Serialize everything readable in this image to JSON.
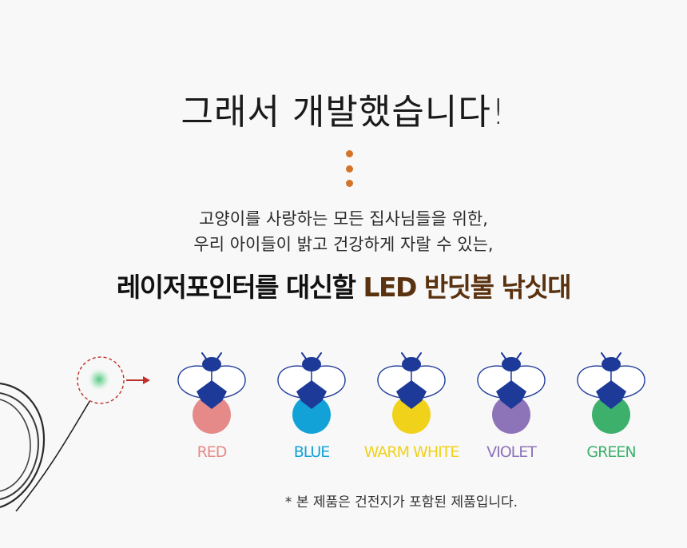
{
  "headline": "그래서 개발했습니다!",
  "intro": {
    "line1": "고양이를 사랑하는 모든 집사님들을 위한,",
    "line2": "우리 아이들이 밝고 건강하게 자랄 수 있는,"
  },
  "tagline": {
    "lead": "레이저포인터를 대신할 ",
    "accent": "LED 반딧불 낚싯대"
  },
  "colors": {
    "dot_accent": "#d4732a",
    "tagline_accent": "#5a3210",
    "firefly_body": "#1d3a99"
  },
  "fireflies": [
    {
      "label": "RED",
      "color": "#e58a88"
    },
    {
      "label": "BLUE",
      "color": "#13a2d8"
    },
    {
      "label": "WARM WHITE",
      "color": "#f0d21a"
    },
    {
      "label": "VIOLET",
      "color": "#8d73b8"
    },
    {
      "label": "GREEN",
      "color": "#3db16c"
    }
  ],
  "footnote": {
    "mark": "*",
    "text": "본 제품은 건전지가 포함된 제품입니다."
  }
}
